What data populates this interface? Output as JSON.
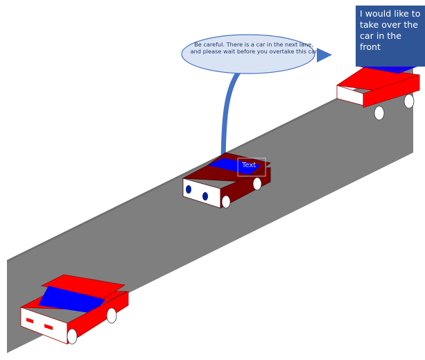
{
  "speech_bubble": {
    "text": "Be careful. There is a car in the next lane, and please wait before you overtake this car"
  },
  "callout": {
    "text": "I would like to take over the car in the front"
  },
  "text_label": {
    "text": "Text"
  },
  "colors": {
    "road": "#7f7f7f",
    "road_side": "#595959",
    "car_red": "#ff0000",
    "car_dark_red": "#7b0000",
    "windshield": "#0000ff",
    "speech_fill": "#dae3f3",
    "speech_stroke": "#4472c4",
    "connector": "#4472c4",
    "callout_fill": "#2f5597"
  }
}
